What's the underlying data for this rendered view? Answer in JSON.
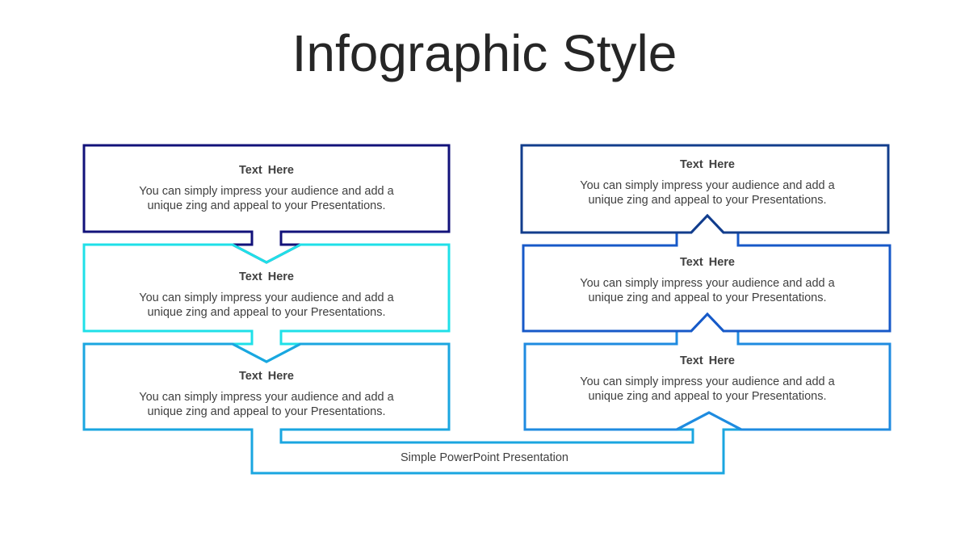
{
  "title": "Infographic Style",
  "colors": {
    "navy": "#12127a",
    "cyan": "#1fe0e8",
    "sky": "#1aa6e0",
    "blue_dark": "#123d8c",
    "blue_mid": "#1759c8",
    "blue_light": "#1f8be0"
  },
  "left_column": [
    {
      "heading": "Text  Here",
      "body_line1": "You can simply impress your audience and add a",
      "body_line2": "unique zing and appeal to your Presentations."
    },
    {
      "heading": "Text  Here",
      "body_line1": "You can simply impress your audience and add a",
      "body_line2": "unique zing and appeal to your Presentations."
    },
    {
      "heading": "Text  Here",
      "body_line1": "You can simply impress your audience and add a",
      "body_line2": "unique zing and appeal to your Presentations."
    }
  ],
  "right_column": [
    {
      "heading": "Text  Here",
      "body_line1": "You can simply impress your audience and add a",
      "body_line2": "unique zing and appeal to your Presentations."
    },
    {
      "heading": "Text  Here",
      "body_line1": "You can simply impress your audience and add a",
      "body_line2": "unique zing and appeal to your Presentations."
    },
    {
      "heading": "Text  Here",
      "body_line1": "You can simply impress your audience and add a",
      "body_line2": "unique zing and appeal to your Presentations."
    }
  ],
  "caption": "Simple PowerPoint Presentation"
}
